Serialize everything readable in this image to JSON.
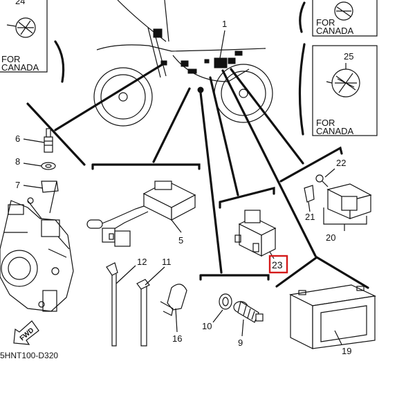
{
  "callouts": {
    "p1": "1",
    "p5": "5",
    "p6": "6",
    "p7": "7",
    "p8": "8",
    "p9": "9",
    "p10": "10",
    "p11": "11",
    "p12": "12",
    "p16": "16",
    "p19": "19",
    "p20": "20",
    "p21": "21",
    "p22": "22",
    "p23": "23",
    "p24": "24",
    "p25": "25"
  },
  "notes": {
    "for_canada_left_1": "FOR",
    "for_canada_left_2": "CANADA",
    "for_canada_top_right_1": "FOR",
    "for_canada_top_right_2": "CANADA",
    "for_canada_right_1": "FOR",
    "for_canada_right_2": "CANADA",
    "fwd": "FWD"
  },
  "diagram_code": "5HNT100-D320",
  "highlight": {
    "part": "23",
    "color": "#d41a1a"
  }
}
